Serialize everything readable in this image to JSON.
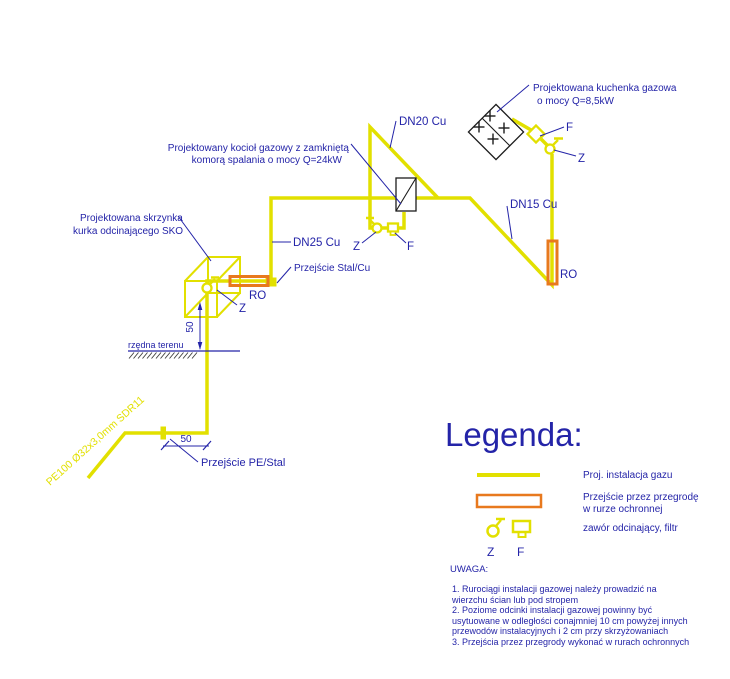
{
  "colors": {
    "pipe_yellow": "#e2e000",
    "protective_orange": "#e8791e",
    "label_navy": "#2424a8",
    "outline_black": "#1c1c1c"
  },
  "diagram": {
    "stove": {
      "label_line1": "Projektowana kuchenka gazowa",
      "label_line2": "o mocy Q=8,5kW"
    },
    "boiler": {
      "label_line1": "Projektowany kocioł gazowy z zamkniętą",
      "label_line2": "komorą spalania o mocy Q=24kW"
    },
    "sko_box": {
      "label_line1": "Projektowana skrzynka",
      "label_line2": "kurka odcinającego SKO"
    },
    "pipes": {
      "dn20": "DN20 Cu",
      "dn25": "DN25 Cu",
      "dn15": "DN15 Cu",
      "pe": "PE100 Ø32x3,0mm SDR11"
    },
    "transitions": {
      "stal_cu": "Przejście Stal/Cu",
      "pe_stal": "Przejście PE/Stal"
    },
    "markers": {
      "ro": "RO",
      "valve": "Z",
      "filter": "F"
    },
    "ground_label": "rzędna terenu",
    "dimensions": {
      "riser_height": "50",
      "pe_offset": "50"
    }
  },
  "legend": {
    "title": "Legenda:",
    "items": [
      {
        "label": "Proj. instalacja gazu"
      },
      {
        "label_line1": "Przejście przez przegrodę",
        "label_line2": "w rurze ochronnej"
      },
      {
        "label": "zawór odcinający, filtr",
        "valve_letter": "Z",
        "filter_letter": "F"
      }
    ]
  },
  "notes": {
    "title": "UWAGA:",
    "lines": [
      "1. Rurociągi instalacji gazowej należy prowadzić na",
      "wierzchu ścian lub pod stropem",
      "2. Poziome odcinki instalacji gazowej powinny być",
      "usytuowane w odległości conajmniej 10 cm powyżej innych",
      "przewodów instalacyjnych i 2 cm przy skrzyżowaniach",
      "3. Przejścia przez przegrody wykonać w rurach ochronnych"
    ]
  }
}
